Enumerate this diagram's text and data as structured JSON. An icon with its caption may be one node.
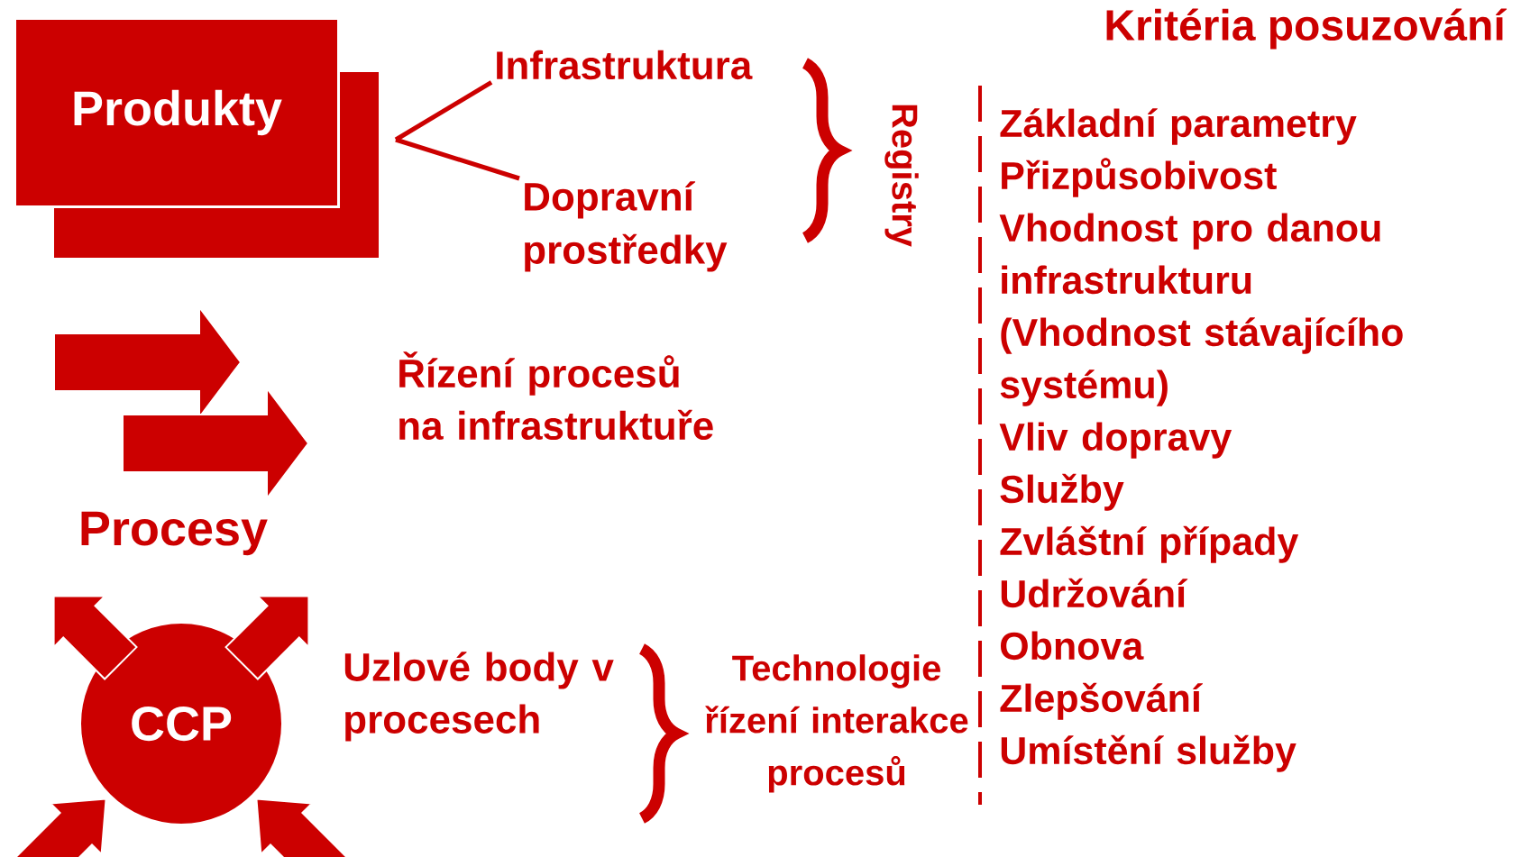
{
  "diagram": {
    "title": "Kritéria posuzování",
    "nodes": [
      {
        "text": [
          "Produkty"
        ]
      },
      {
        "text": [
          "Infrastruktura"
        ]
      },
      {
        "text": [
          "Dopravní prostředky"
        ]
      },
      {
        "text": [
          "CCP"
        ]
      }
    ],
    "edges": [
      {
        "from": 0,
        "to": 1,
        "arrow": "none"
      },
      {
        "from": 0,
        "to": 2,
        "arrow": "none"
      },
      {
        "from": 3,
        "to": null,
        "arrow": "to"
      },
      {
        "from": 3,
        "to": null,
        "arrow": "to"
      },
      {
        "from": null,
        "to": 3,
        "arrow": "to"
      },
      {
        "from": null,
        "to": 3,
        "arrow": "to"
      }
    ],
    "labels": [
      "Registry",
      "Řízení procesů na infrastruktuře",
      "Procesy",
      "Uzlové body v procesech",
      "Technologie řízení interakce procesů",
      "Základní parametry",
      "Přizpůsobivost",
      "Vhodnost pro danou infrastrukturu",
      "(Vhodnost stávajícího systému)",
      "Vliv dopravy",
      "Služby",
      "Zvláštní případy",
      "Udržování",
      "Obnova",
      "Zlepšování",
      "Umístění služby"
    ]
  }
}
